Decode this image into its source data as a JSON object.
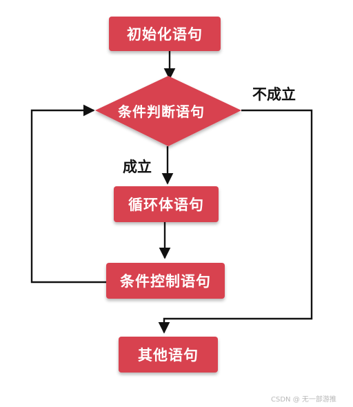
{
  "nodes": {
    "init": "初始化语句",
    "condition": "条件判断语句",
    "body": "循环体语句",
    "control": "条件控制语句",
    "other": "其他语句"
  },
  "edge_labels": {
    "true_branch": "成立",
    "false_branch": "不成立"
  },
  "watermark": "CSDN @ 无一部游推",
  "colors": {
    "node_fill": "#d8424f",
    "node_text": "#ffffff",
    "line": "#111111"
  }
}
